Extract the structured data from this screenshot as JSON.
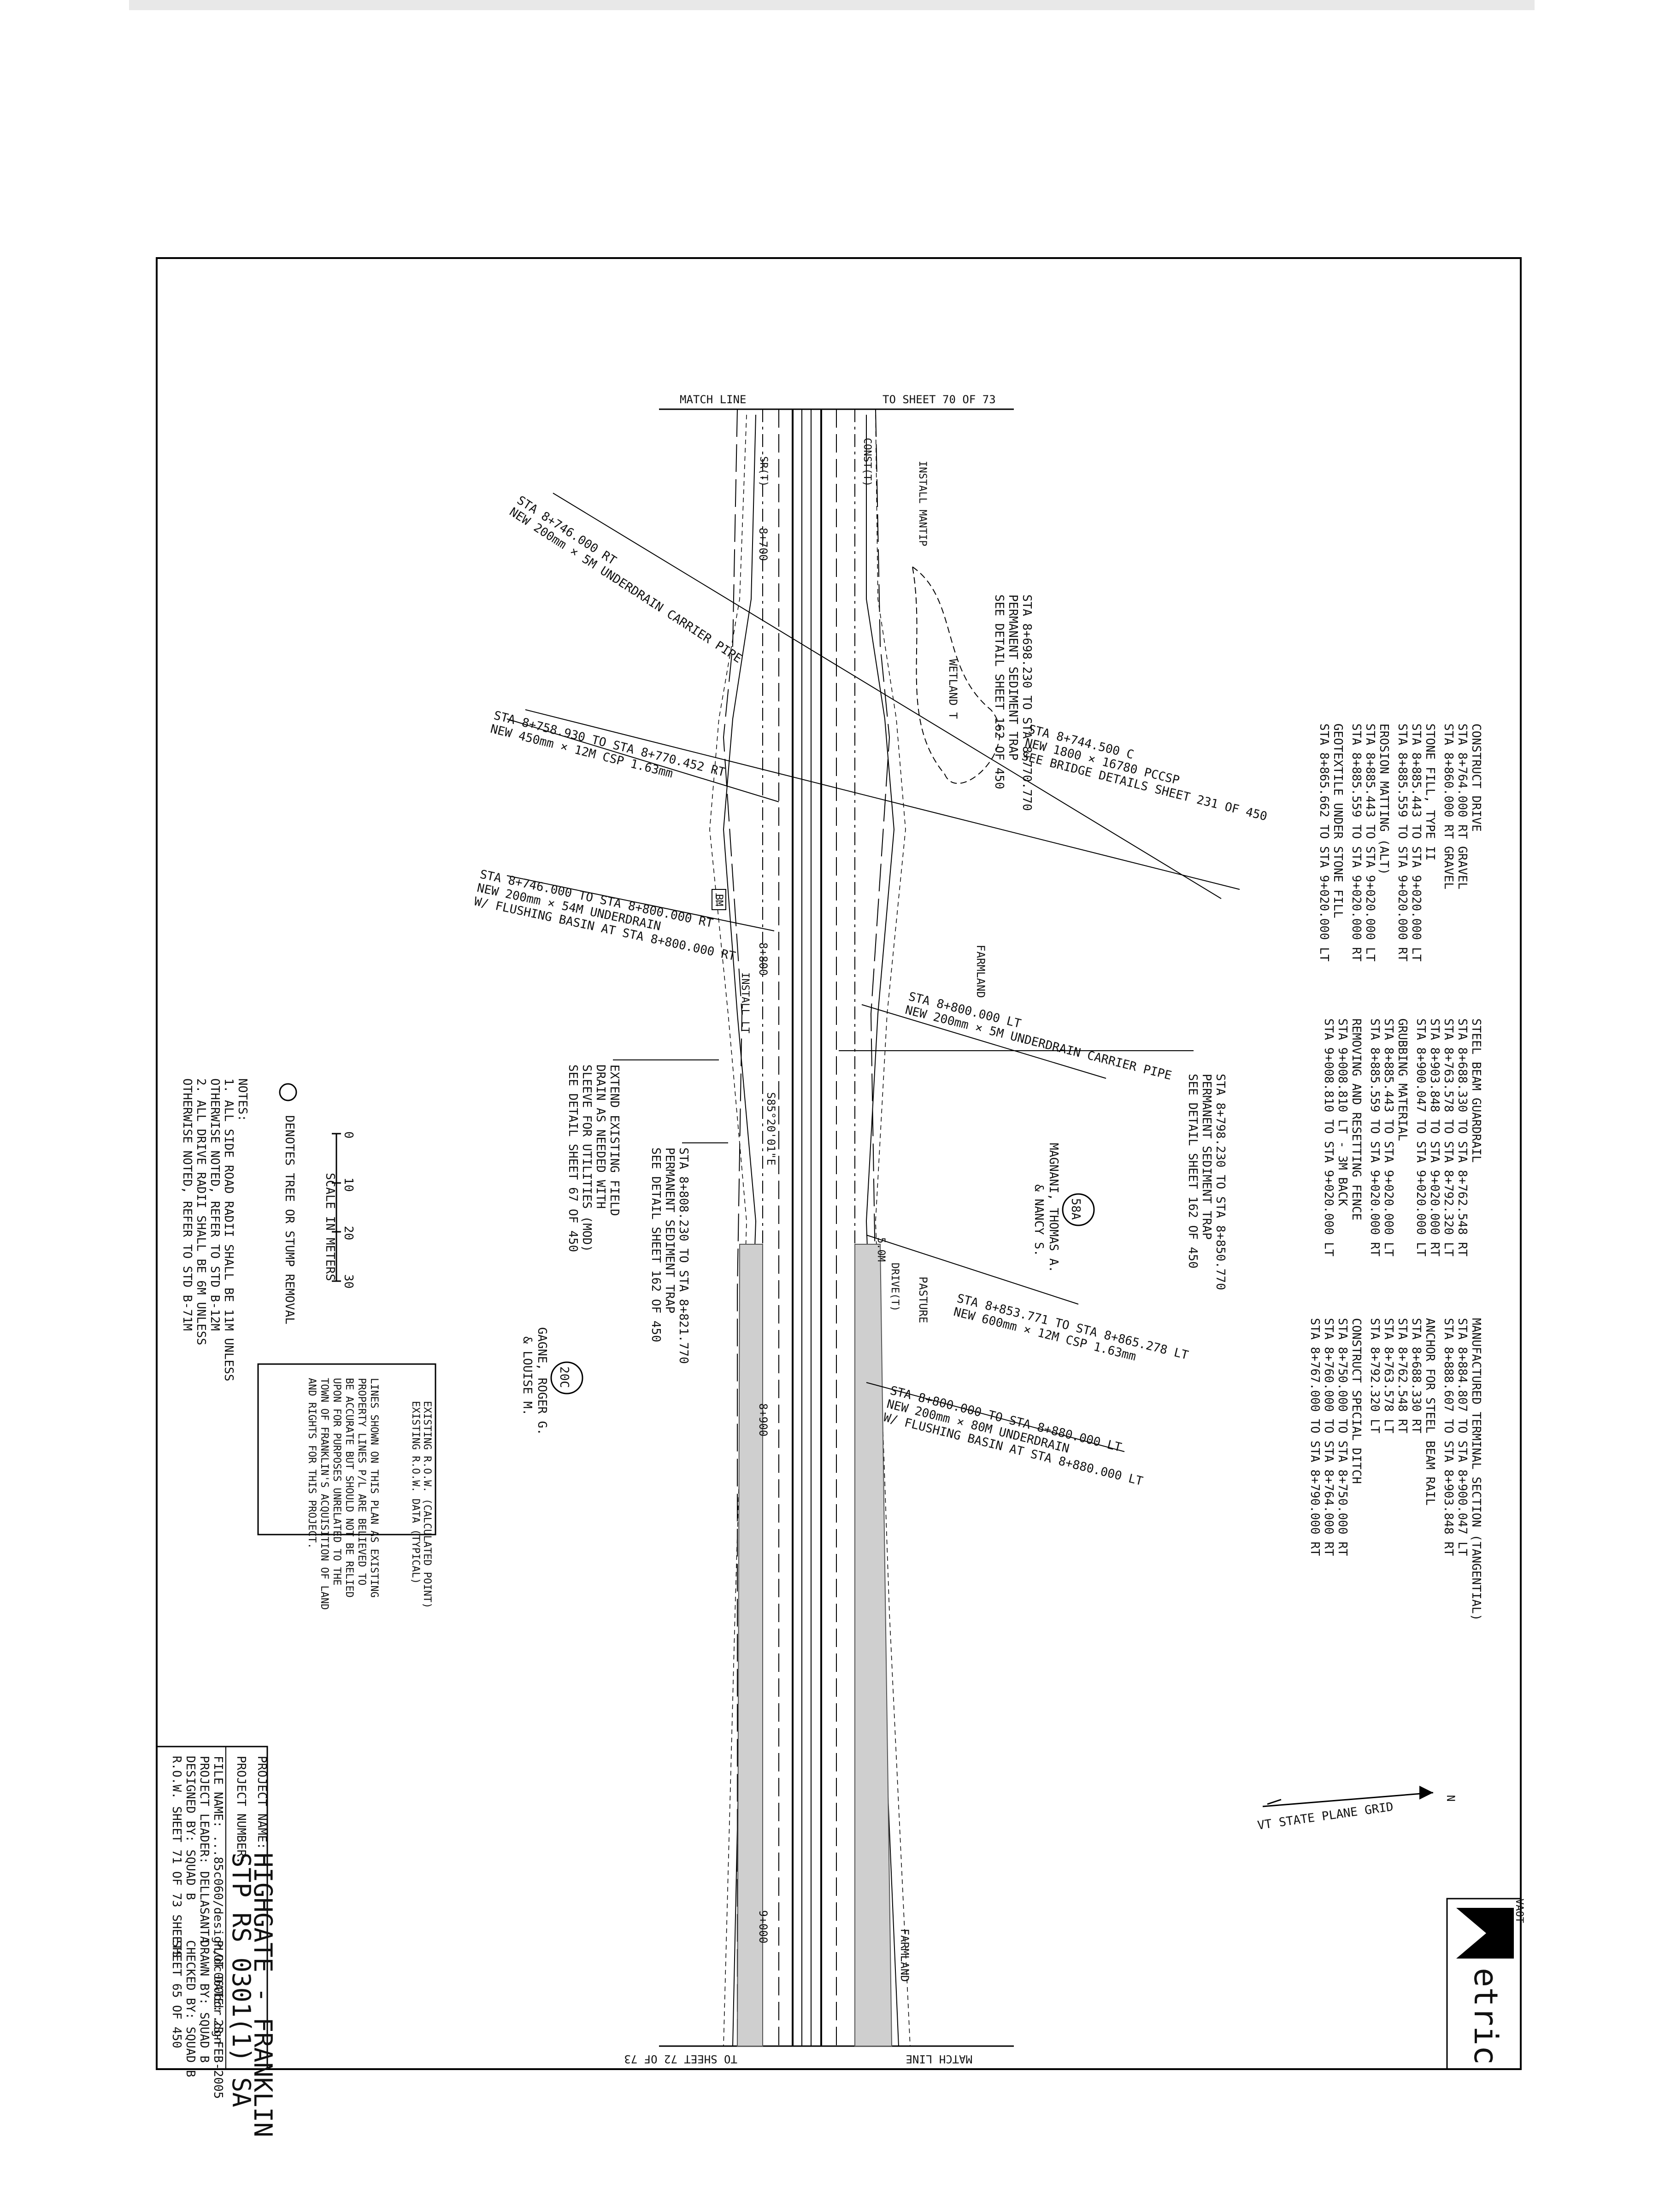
{
  "sheet": {
    "match_line": "MATCH LINE",
    "to_sheet_top": "TO SHEET 70 OF 73",
    "to_sheet_bottom": "TO SHEET 72 OF 73",
    "wetland": "WETLAND T",
    "farmland": "FARMLAND",
    "pasture": "PASTURE",
    "farmland2": "FARMLAND",
    "bearing": "S85°20'01\"E",
    "grid_label": "VT STATE PLANE GRID",
    "north": "N",
    "bm_label": "BM",
    "station_8700": "8+700",
    "station_8800": "8+800",
    "station_8900": "8+900",
    "station_9000": "9+000"
  },
  "callouts": {
    "c1": [
      "STA 8+698.230 TO STA 8+770.770",
      "PERMANENT SEDIMENT TRAP",
      "SEE DETAIL SHEET 162 OF 450"
    ],
    "c2": [
      "STA 8+746.000 RT",
      "NEW 200mm × 5M UNDERDRAIN CARRIER PIPE"
    ],
    "c3": [
      "STA 8+758.930 TO STA 8+770.452 RT",
      "NEW 450mm × 12M CSP 1.63mm"
    ],
    "c4": [
      "STA 8+744.500 C",
      "NEW 1800 × 16780 PCCSP",
      "SEE BRIDGE DETAILS SHEET 231 OF 450"
    ],
    "c5": [
      "STA 8+746.000 TO STA 8+800.000 RT",
      "NEW 200mm × 54M UNDERDRAIN",
      "W/ FLUSHING BASIN AT STA 8+800.000 RT"
    ],
    "c6": [
      "STA 8+800.000 LT",
      "NEW 200mm × 5M UNDERDRAIN CARRIER PIPE"
    ],
    "c7": [
      "STA 8+798.230 TO STA 8+850.770",
      "PERMANENT SEDIMENT TRAP",
      "SEE DETAIL SHEET 162 OF 450"
    ],
    "c8": [
      "EXTEND EXISTING FIELD",
      "DRAIN AS NEEDED WITH",
      "SLEEVE FOR UTILITIES (MOD)",
      "SEE DETAIL SHEET 67 OF 450"
    ],
    "c9": [
      "STA 8+808.230 TO STA 8+821.770",
      "PERMANENT SEDIMENT TRAP",
      "SEE DETAIL SHEET 162 OF 450"
    ],
    "c10": [
      "STA 8+853.771 TO STA 8+865.278 LT",
      "NEW 600mm × 12M CSP 1.63mm"
    ],
    "c11": [
      "STA 8+800.000 TO STA 8+880.000 LT",
      "NEW 200mm × 80M UNDERDRAIN",
      "W/ FLUSHING BASIN AT STA 8+880.000 LT"
    ]
  },
  "quantities": [
    [
      "CONSTRUCT DRIVE",
      "STA 8+764.000 RT GRAVEL",
      "STA 8+860.000 RT GRAVEL"
    ],
    [
      "STONE FILL, TYPE II",
      "STA 8+885.443 TO STA 9+020.000 LT",
      "STA 8+885.559 TO STA 9+020.000 RT"
    ],
    [
      "EROSION MATTING (ALT)",
      "STA 8+885.443 TO STA 9+020.000 LT",
      "STA 8+885.559 TO STA 9+020.000 RT"
    ],
    [
      "GEOTEXTILE UNDER STONE FILL",
      "STA 8+865.662 TO STA 9+020.000 LT"
    ],
    [
      "STEEL BEAM GUARDRAIL",
      "STA 8+688.330 TO STA 8+762.548 RT",
      "STA 8+763.578 TO STA 8+792.320 LT",
      "STA 8+903.848 TO STA 9+020.000 RT",
      "STA 8+900.047 TO STA 9+020.000 LT"
    ],
    [
      "GRUBBING MATERIAL",
      "STA 8+885.443 TO STA 9+020.000 LT",
      "STA 8+885.559 TO STA 9+020.000 RT"
    ],
    [
      "REMOVING AND RESETTING FENCE",
      "STA 9+008.810 LT - 3M BACK",
      "STA 9+008.810 TO STA 9+020.000 LT"
    ],
    [
      "MANUFACTURED TERMINAL SECTION (TANGENTIAL)",
      "STA 8+884.807 TO STA 8+900.047 LT",
      "STA 8+888.607 TO STA 8+903.848 RT"
    ],
    [
      "ANCHOR FOR STEEL BEAM RAIL",
      "STA 8+688.330 RT",
      "STA 8+762.548 RT",
      "STA 8+763.578 LT",
      "STA 8+792.320 LT"
    ],
    [
      "CONSTRUCT SPECIAL DITCH",
      "STA 8+750.000 TO STA 8+750.000 RT",
      "STA 8+760.000 TO STA 8+764.000 RT",
      "STA 8+767.000 TO STA 8+790.000 RT"
    ]
  ],
  "owners": [
    {
      "id": "58A",
      "name": "MAGNANI, THOMAS A.",
      "name2": "& NANCY S."
    },
    {
      "id": "20C",
      "name": "GAGNE, ROGER G.",
      "name2": "& LOUISE M."
    }
  ],
  "notes": {
    "title": "NOTES:",
    "items": [
      "1. ALL SIDE ROAD RADII SHALL BE 11M UNLESS",
      "   OTHERWISE NOTED, REFER TO STD B-12M",
      "2. ALL DRIVE RADII SHALL BE 6M UNLESS",
      "   OTHERWISE NOTED, REFER TO STD B-71M"
    ],
    "tree_legend": "DENOTES TREE OR STUMP REMOVAL",
    "scale_title": "SCALE IN METERS",
    "scale_ticks": [
      "0",
      "10",
      "20",
      "30"
    ]
  },
  "disclaimer": {
    "legend1": "EXISTING R.O.W. (CALCULATED POINT)",
    "legend2": "EXISTING R.O.W. DATA (TYPICAL)",
    "lines": [
      "LINES SHOWN ON THIS PLAN AS EXISTING",
      "PROPERTY LINES P/L ARE BELIEVED TO",
      "BE ACCURATE BUT SHOULD NOT BE RELIED",
      "UPON FOR PURPOSES UNRELATED TO THE",
      "TOWN OF FRANKLIN'S ACQUISITION OF LAND",
      "AND RIGHTS FOR THIS PROJECT."
    ]
  },
  "title_block": {
    "project_name_label": "PROJECT NAME:",
    "project_name": "HIGHGATE - FRANKLIN",
    "project_number_label": "PROJECT NUMBER:",
    "project_number": "STP RS 0301(1) SA",
    "file_name": "FILE NAME: ...85c060/design/dc060bdr.dgn",
    "plot_date": "PLOT DATE: 23-FEB-2005",
    "project_leader": "PROJECT LEADER: DELLASANTA",
    "drawn_by": "DRAWN BY: SQUAD B",
    "designed_by": "DESIGNED BY: SQUAD B",
    "checked_by": "CHECKED BY: SQUAD B",
    "row_sheet": "R.O.W. SHEET 71 OF 73 SHEETS",
    "sheet_num": "SHEET 65 OF 450"
  },
  "logo": {
    "word": "etric",
    "small": "VAOT"
  },
  "labels": {
    "install_mantip": "INSTALL MANTIP",
    "install_lt": "INSTALL LT",
    "constr": "CONST(T)",
    "srt": "SR(T)",
    "drivec": "DRIVE(T)",
    "dim_50": "5.0M"
  }
}
